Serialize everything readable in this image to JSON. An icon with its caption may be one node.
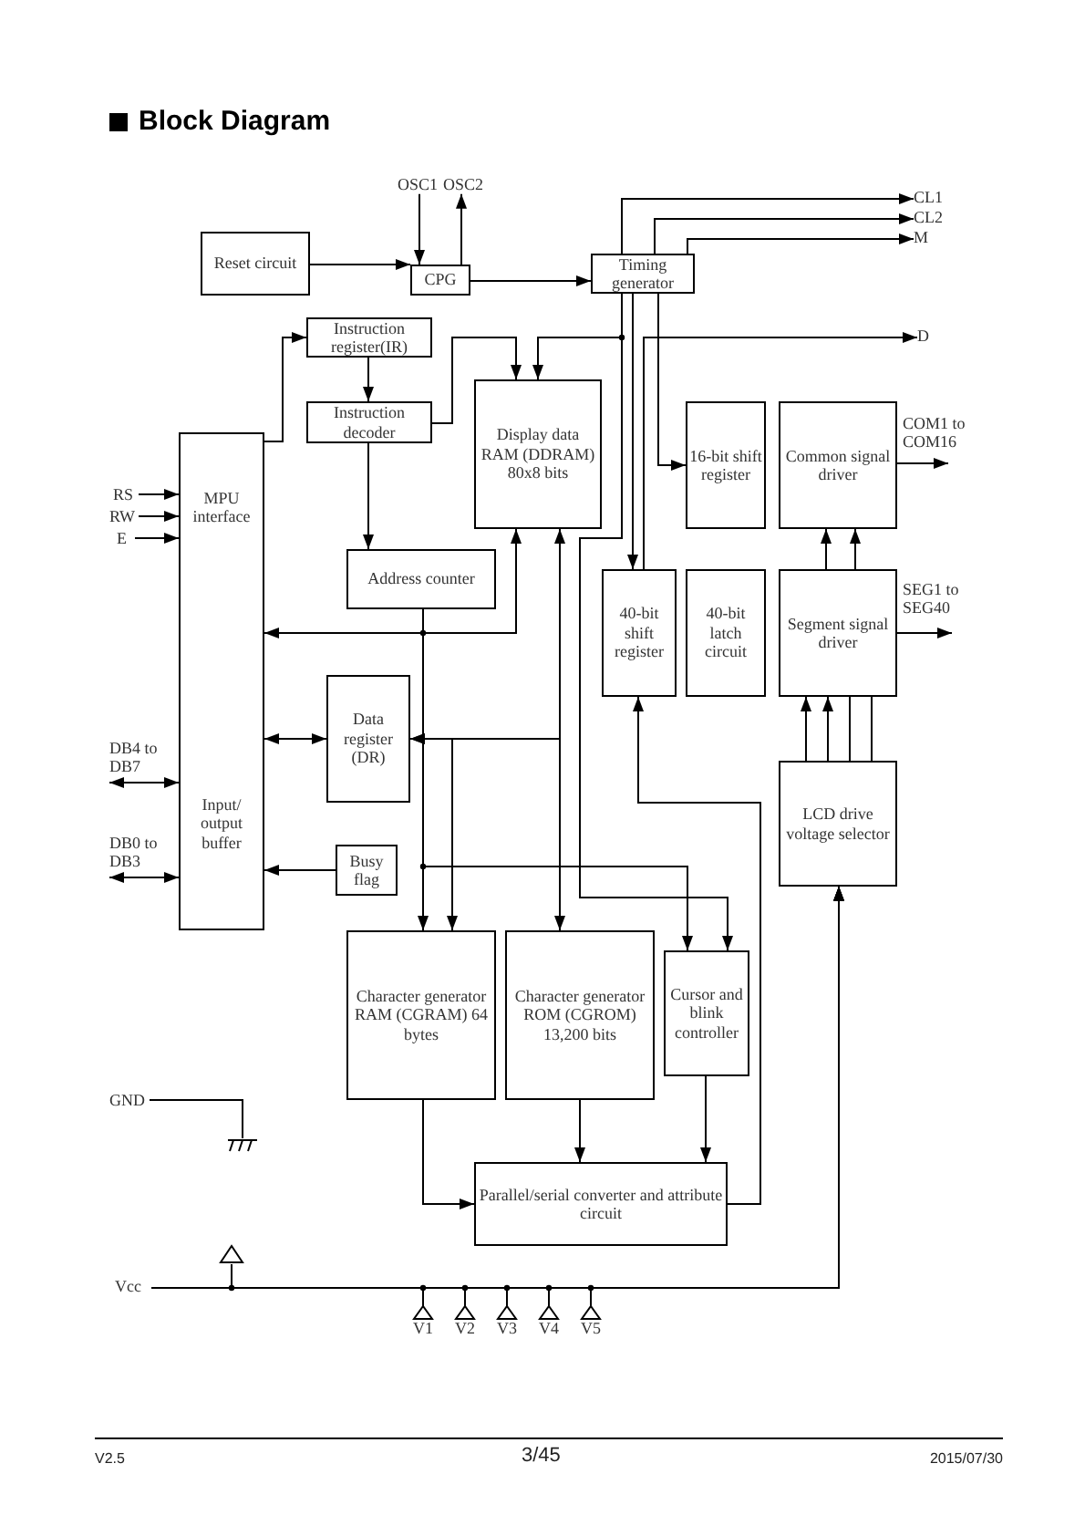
{
  "diagram": {
    "title": "Block Diagram",
    "nodes": [
      {
        "text": [
          "Reset circuit"
        ]
      },
      {
        "text": [
          "CPG"
        ]
      },
      {
        "text": [
          "Timing generator"
        ]
      },
      {
        "text": [
          "Instruction register(IR)"
        ]
      },
      {
        "text": [
          "Instruction decoder"
        ]
      },
      {
        "text": [
          "Display data RAM (DDRAM) 80x8 bits"
        ]
      },
      {
        "text": [
          "16-bit shift register"
        ]
      },
      {
        "text": [
          "Common signal driver"
        ]
      },
      {
        "text": [
          "MPU interface",
          "Input/ output buffer"
        ]
      },
      {
        "text": [
          "Address counter"
        ]
      },
      {
        "text": [
          "40-bit shift register"
        ]
      },
      {
        "text": [
          "40-bit latch circuit"
        ]
      },
      {
        "text": [
          "Segment signal driver"
        ]
      },
      {
        "text": [
          "Data register (DR)"
        ]
      },
      {
        "text": [
          "LCD drive voltage selector"
        ]
      },
      {
        "text": [
          "Busy flag"
        ]
      },
      {
        "text": [
          "Character generator RAM (CGRAM) 64 bytes"
        ]
      },
      {
        "text": [
          "Character generator ROM (CGROM) 13,200 bits"
        ]
      },
      {
        "text": [
          "Cursor and blink controller"
        ]
      },
      {
        "text": [
          "Parallel/serial converter and attribute circuit"
        ]
      },
      {
        "text": [
          "OSC1"
        ]
      },
      {
        "text": [
          "OSC2"
        ]
      },
      {
        "text": [
          "CL1"
        ]
      },
      {
        "text": [
          "CL2"
        ]
      },
      {
        "text": [
          "M"
        ]
      },
      {
        "text": [
          "D"
        ]
      },
      {
        "text": [
          "COM1 to COM16"
        ]
      },
      {
        "text": [
          "SEG1 to SEG40"
        ]
      },
      {
        "text": [
          "RS"
        ]
      },
      {
        "text": [
          "RW"
        ]
      },
      {
        "text": [
          "E"
        ]
      },
      {
        "text": [
          "DB4 to DB7"
        ]
      },
      {
        "text": [
          "DB0 to DB3"
        ]
      },
      {
        "text": [
          "GND"
        ]
      },
      {
        "text": [],
        "shape": "ground"
      },
      {
        "text": [
          "Vcc"
        ]
      },
      {
        "text": [],
        "shape": "triangle"
      },
      {
        "text": [
          "V1"
        ]
      },
      {
        "text": [
          "V2"
        ]
      },
      {
        "text": [
          "V3"
        ]
      },
      {
        "text": [
          "V4"
        ]
      },
      {
        "text": [
          "V5"
        ]
      }
    ],
    "edges": [
      {
        "from": 0,
        "to": 1,
        "arrow": "to"
      },
      {
        "from": 20,
        "to": 1,
        "arrow": "to"
      },
      {
        "from": 1,
        "to": 21,
        "arrow": "to"
      },
      {
        "from": 1,
        "to": 2,
        "arrow": "to"
      },
      {
        "from": 2,
        "to": 22,
        "arrow": "to"
      },
      {
        "from": 2,
        "to": 23,
        "arrow": "to"
      },
      {
        "from": 2,
        "to": 24,
        "arrow": "to"
      },
      {
        "from": 2,
        "to": 5,
        "arrow": "to"
      },
      {
        "from": 2,
        "to": 10,
        "arrow": "to"
      },
      {
        "from": 2,
        "to": 6,
        "arrow": "to"
      },
      {
        "from": 2,
        "to": 18,
        "arrow": "to"
      },
      {
        "from": 10,
        "to": 25,
        "arrow": "to"
      },
      {
        "from": 8,
        "to": 3,
        "arrow": "to"
      },
      {
        "from": 3,
        "to": 4,
        "arrow": "to"
      },
      {
        "from": 4,
        "to": 5,
        "arrow": "to"
      },
      {
        "from": 4,
        "to": 9,
        "arrow": "to"
      },
      {
        "from": 9,
        "to": 5,
        "arrow": "to"
      },
      {
        "from": 9,
        "to": 8,
        "arrow": "to"
      },
      {
        "from": 9,
        "to": 16,
        "arrow": "to"
      },
      {
        "from": 9,
        "to": 18,
        "arrow": "to"
      },
      {
        "from": 13,
        "to": 5,
        "arrow": "both"
      },
      {
        "from": 5,
        "to": 17,
        "arrow": "to"
      },
      {
        "from": 13,
        "to": 16,
        "arrow": "both"
      },
      {
        "from": 8,
        "to": 13,
        "arrow": "both"
      },
      {
        "from": 15,
        "to": 8,
        "arrow": "to"
      },
      {
        "from": 28,
        "to": 8,
        "arrow": "to"
      },
      {
        "from": 29,
        "to": 8,
        "arrow": "to"
      },
      {
        "from": 30,
        "to": 8,
        "arrow": "to"
      },
      {
        "from": 31,
        "to": 8,
        "arrow": "both"
      },
      {
        "from": 32,
        "to": 8,
        "arrow": "both"
      },
      {
        "from": 16,
        "to": 19,
        "arrow": "to"
      },
      {
        "from": 17,
        "to": 19,
        "arrow": "to"
      },
      {
        "from": 18,
        "to": 19,
        "arrow": "to"
      },
      {
        "from": 19,
        "to": 10,
        "arrow": "to"
      },
      {
        "from": 14,
        "to": 12,
        "arrow": "to"
      },
      {
        "from": 14,
        "to": 12,
        "arrow": "to"
      },
      {
        "from": 14,
        "to": 12,
        "arrow": "none"
      },
      {
        "from": 14,
        "to": 12,
        "arrow": "none"
      },
      {
        "from": 12,
        "to": 27,
        "arrow": "to"
      },
      {
        "from": 7,
        "to": 26,
        "arrow": "to"
      },
      {
        "from": 33,
        "to": 34,
        "arrow": "none"
      },
      {
        "from": 35,
        "to": 36,
        "arrow": "none"
      },
      {
        "from": 35,
        "to": 14,
        "arrow": "to"
      },
      {
        "from": 37,
        "to": 14,
        "arrow": "to"
      },
      {
        "from": 38,
        "to": 14,
        "arrow": "to"
      },
      {
        "from": 39,
        "to": 14,
        "arrow": "to"
      },
      {
        "from": 40,
        "to": 14,
        "arrow": "to"
      },
      {
        "from": 41,
        "to": 14,
        "arrow": "to"
      },
      {
        "from": 12,
        "to": 7,
        "arrow": "to"
      },
      {
        "from": 12,
        "to": 7,
        "arrow": "to"
      }
    ],
    "labels": [
      "V2.5",
      "3/45",
      "2015/07/30"
    ]
  }
}
